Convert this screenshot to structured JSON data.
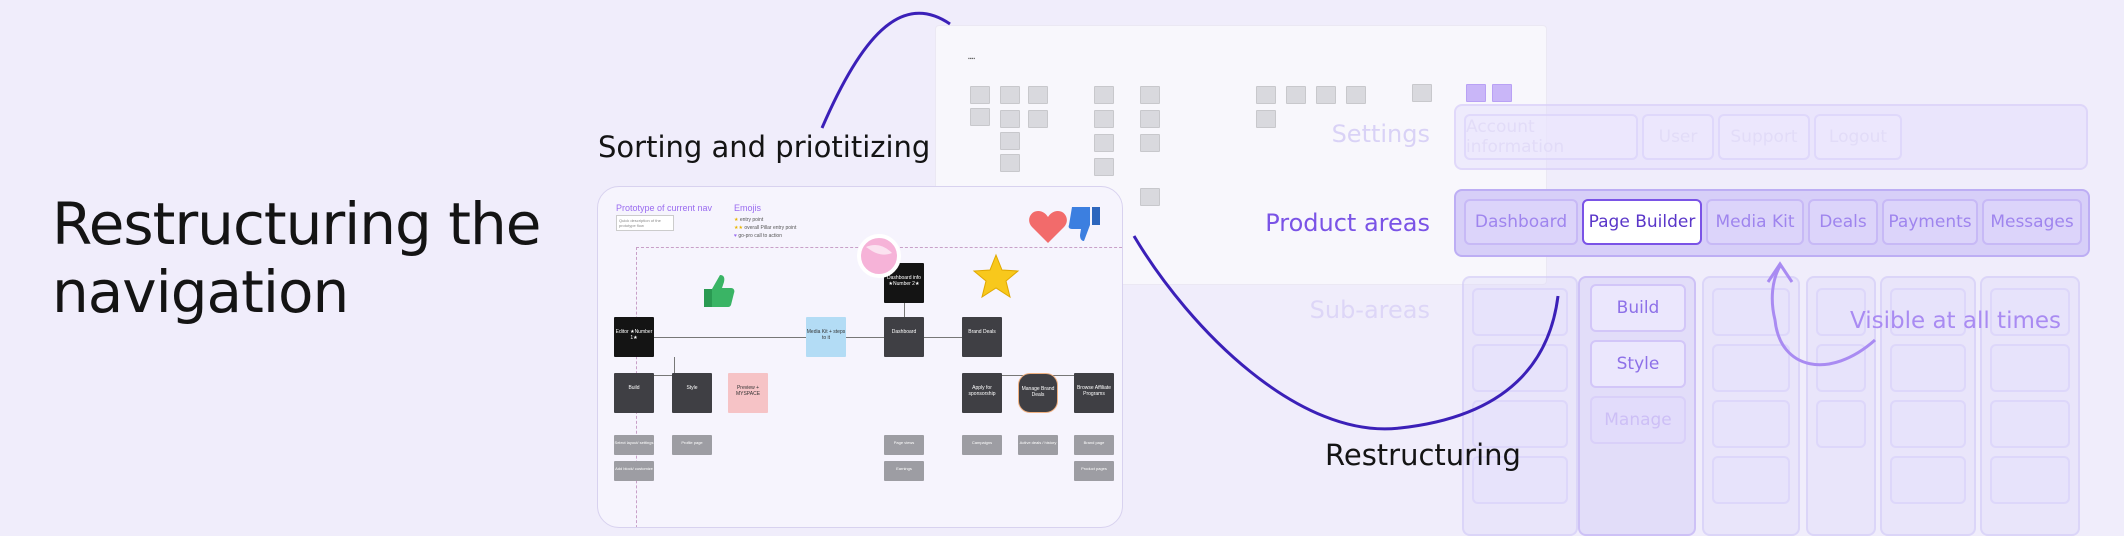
{
  "headline": "Restructuring the navigation",
  "labels": {
    "sorting": "Sorting and priotitizing",
    "restructuring": "Restructuring",
    "visible": "Visible at all times"
  },
  "prototype": {
    "title": "Prototype of current nav",
    "note": "Quick description of the prototype flow",
    "emoji_title": "Emojis",
    "emoji_key": [
      "entry point",
      "overall Pillar entry point",
      "go-pro call to action"
    ],
    "nodes": {
      "dashboard_top": "Dashboard info ★Number 2★",
      "editor": "Editor ★Number 1★",
      "media_kit": "Media Kit + steps to it",
      "dashboard": "Dashboard",
      "brand_deals": "Brand Deals",
      "build": "Build",
      "style": "Style",
      "preview": "Preview + MYSPACE",
      "apply": "Apply for sponsorship",
      "manage": "Manage Brand Deals",
      "browse": "Browse Affiliate Programs"
    },
    "leaves": [
      "Select layout/ settings",
      "Add block/ customize",
      "Profile page",
      "Page views",
      "Earnings",
      "Campaigns",
      "Active deals / history",
      "Brand page",
      "Product pages"
    ]
  },
  "nav": {
    "lanes": {
      "settings": "Settings",
      "product": "Product areas",
      "sub": "Sub-areas"
    },
    "settings_items": [
      "Account information",
      "User",
      "Support",
      "Logout"
    ],
    "product_items": [
      "Dashboard",
      "Page Builder",
      "Media Kit",
      "Deals",
      "Payments",
      "Messages"
    ],
    "active_item": "Page Builder",
    "sub_items": [
      "Build",
      "Style",
      "Manage"
    ]
  },
  "colors": {
    "accent": "#7a53e6",
    "curve": "#3b20b8",
    "lavender": "#d7cff8"
  }
}
